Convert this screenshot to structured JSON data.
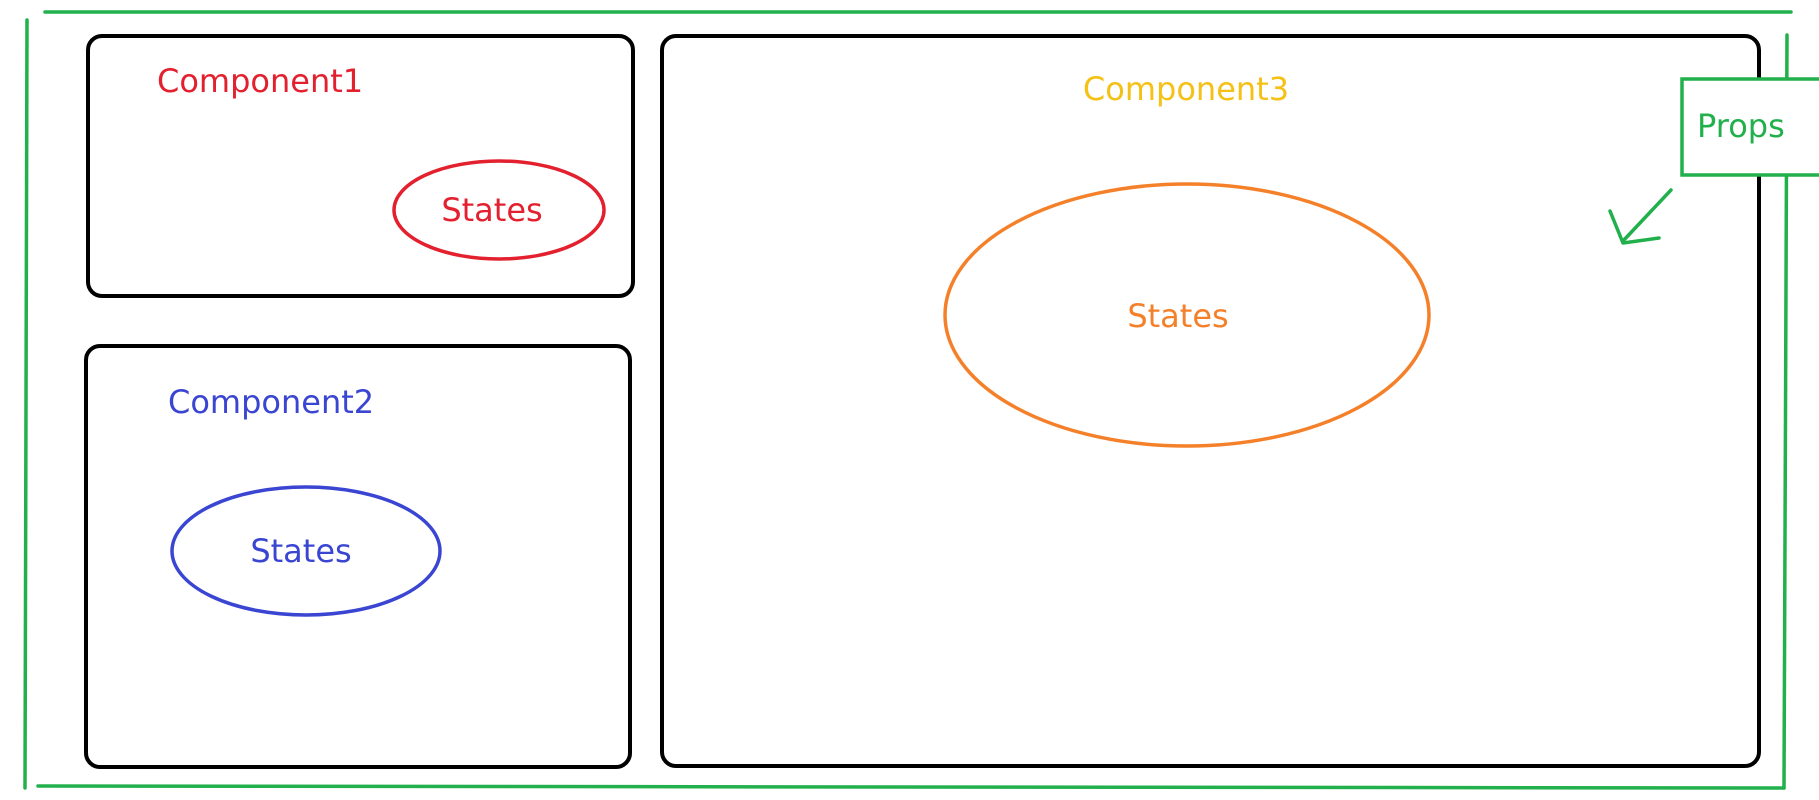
{
  "diagram": {
    "components": [
      {
        "title": "Component1",
        "state_label": "States",
        "title_color": "#e3202e",
        "state_color": "#e3202e"
      },
      {
        "title": "Component2",
        "state_label": "States",
        "title_color": "#3a45d1",
        "state_color": "#3a45d1"
      },
      {
        "title": "Component3",
        "state_label": "States",
        "title_color": "#f5c116",
        "state_color": "#f5802a"
      }
    ],
    "props_label": "Props",
    "props_color": "#21b04b",
    "frame_color": "#21b04b",
    "box_border_color": "#000000"
  }
}
